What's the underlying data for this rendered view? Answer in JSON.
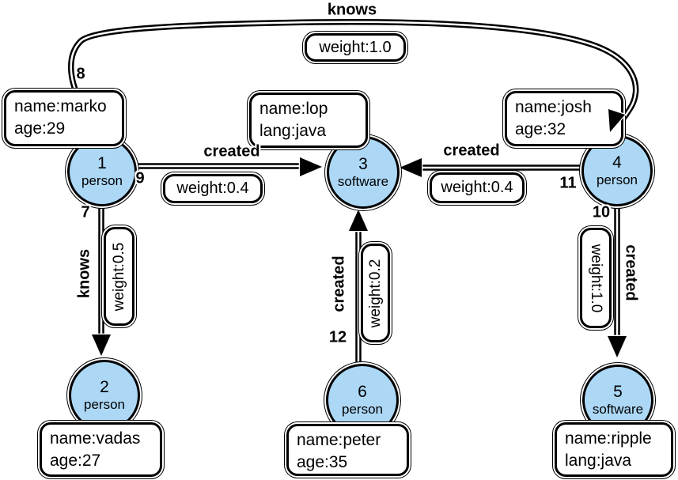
{
  "graph": {
    "nodes": [
      {
        "id": "1",
        "type": "person",
        "props": [
          "name:marko",
          "age:29"
        ]
      },
      {
        "id": "2",
        "type": "person",
        "props": [
          "name:vadas",
          "age:27"
        ]
      },
      {
        "id": "3",
        "type": "software",
        "props": [
          "name:lop",
          "lang:java"
        ]
      },
      {
        "id": "4",
        "type": "person",
        "props": [
          "name:josh",
          "age:32"
        ]
      },
      {
        "id": "5",
        "type": "software",
        "props": [
          "name:ripple",
          "lang:java"
        ]
      },
      {
        "id": "6",
        "type": "person",
        "props": [
          "name:peter",
          "age:35"
        ]
      }
    ],
    "edges": [
      {
        "id": "7",
        "label": "knows",
        "weight": "weight:0.5",
        "from": "1",
        "to": "2"
      },
      {
        "id": "8",
        "label": "knows",
        "weight": "weight:1.0",
        "from": "1",
        "to": "4"
      },
      {
        "id": "9",
        "label": "created",
        "weight": "weight:0.4",
        "from": "1",
        "to": "3"
      },
      {
        "id": "10",
        "label": "created",
        "weight": "weight:1.0",
        "from": "4",
        "to": "5"
      },
      {
        "id": "11",
        "label": "created",
        "weight": "weight:0.4",
        "from": "4",
        "to": "3"
      },
      {
        "id": "12",
        "label": "created",
        "weight": "weight:0.2",
        "from": "6",
        "to": "3"
      }
    ],
    "colors": {
      "node_fill": "#ACD8F6",
      "node_border": "#000000",
      "edge": "#000000",
      "background": "#FFFFFF"
    }
  }
}
